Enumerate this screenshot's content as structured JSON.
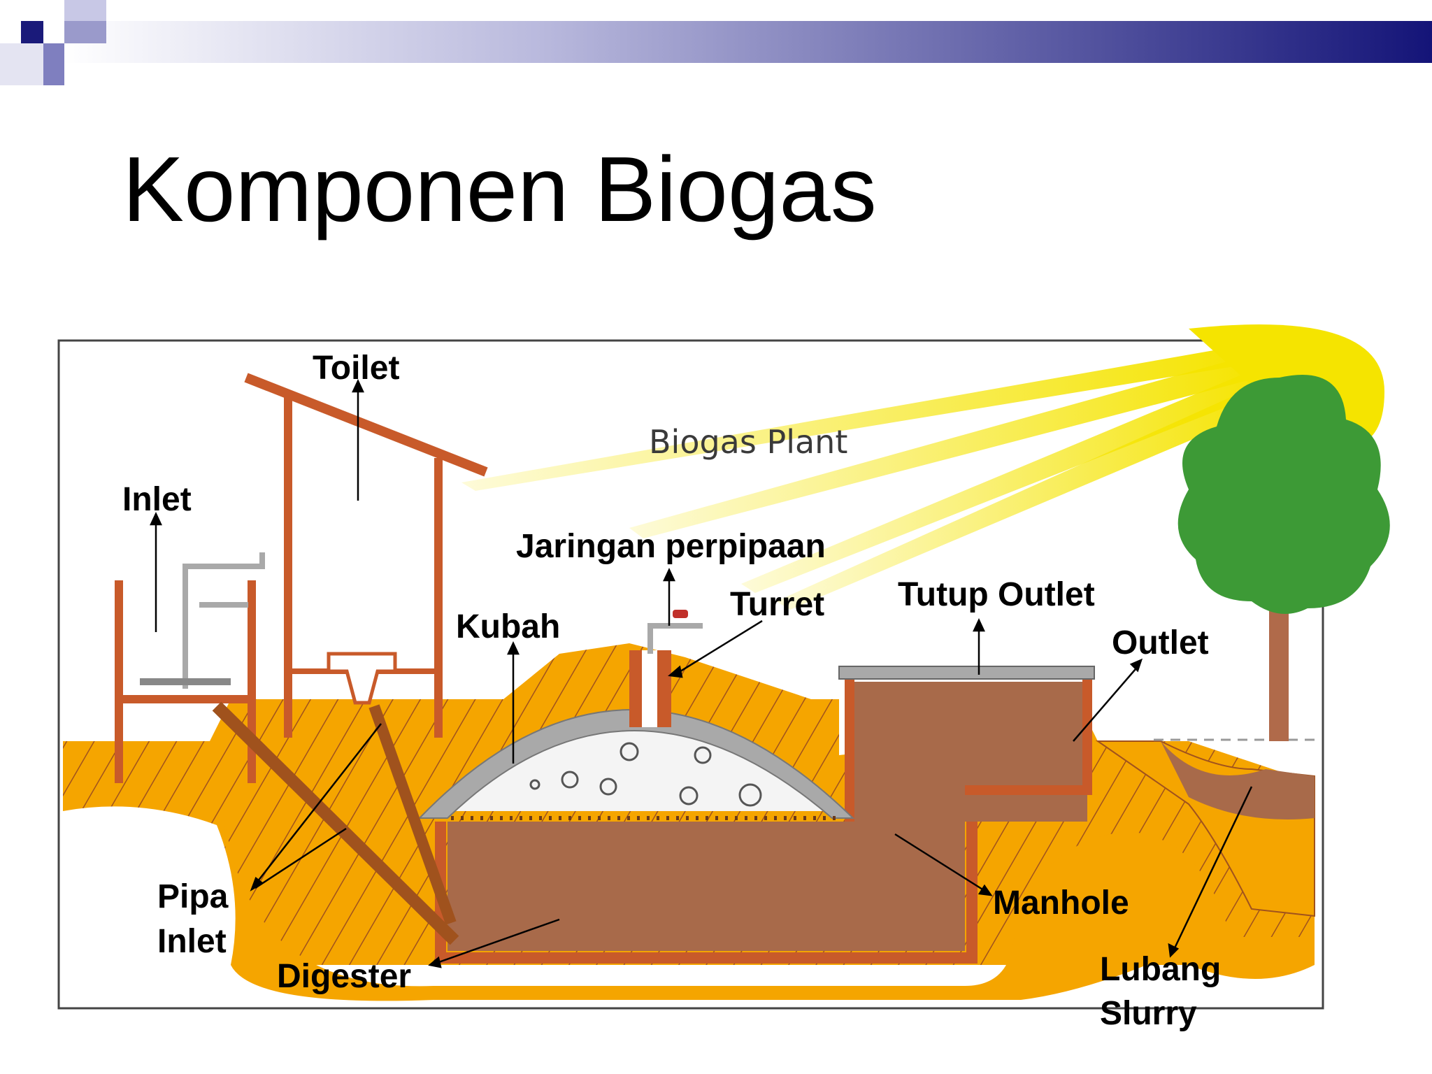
{
  "slide": {
    "title": "Komponen Biogas",
    "header_colors": {
      "dark": "#1a1a7a",
      "mid": "#7f7fbf",
      "light": "#c8c8e6"
    }
  },
  "diagram": {
    "plant_title": "Biogas Plant",
    "labels": {
      "toilet": "Toilet",
      "inlet": "Inlet",
      "jaringan": "Jaringan perpipaan",
      "turret": "Turret",
      "kubah": "Kubah",
      "tutup_outlet": "Tutup Outlet",
      "outlet": "Outlet",
      "pipa_inlet": [
        "Pipa",
        "Inlet"
      ],
      "digester": "Digester",
      "manhole": "Manhole",
      "lubang_slurry": [
        "Lubang",
        "Slurry"
      ]
    },
    "colors": {
      "soil": "#f5a500",
      "hatch": "#a0521d",
      "structure": "#c85a2a",
      "slurry": "#a86a4a",
      "dome": "#a9a9a9",
      "sun": "#f5e400",
      "tree_foliage": "#3d9a36",
      "tree_trunk": "#b06a4a"
    }
  }
}
